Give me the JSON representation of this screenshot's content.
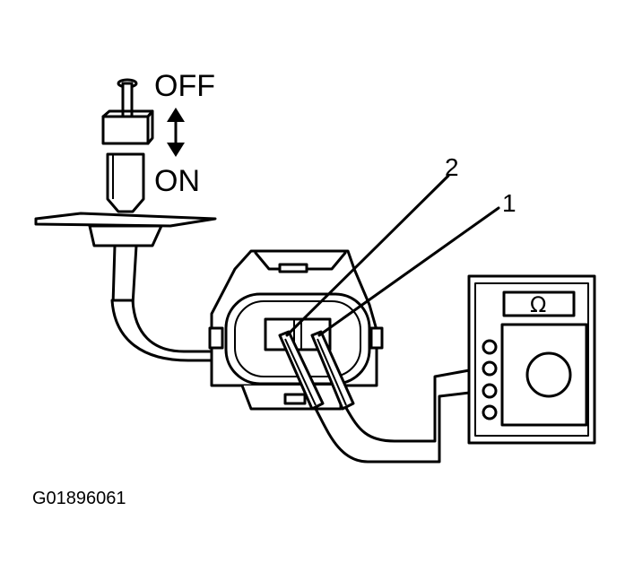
{
  "labels": {
    "off": "OFF",
    "on": "ON",
    "callout_1": "1",
    "callout_2": "2",
    "ohm_symbol": "Ω",
    "figure_code": "G01896061"
  }
}
